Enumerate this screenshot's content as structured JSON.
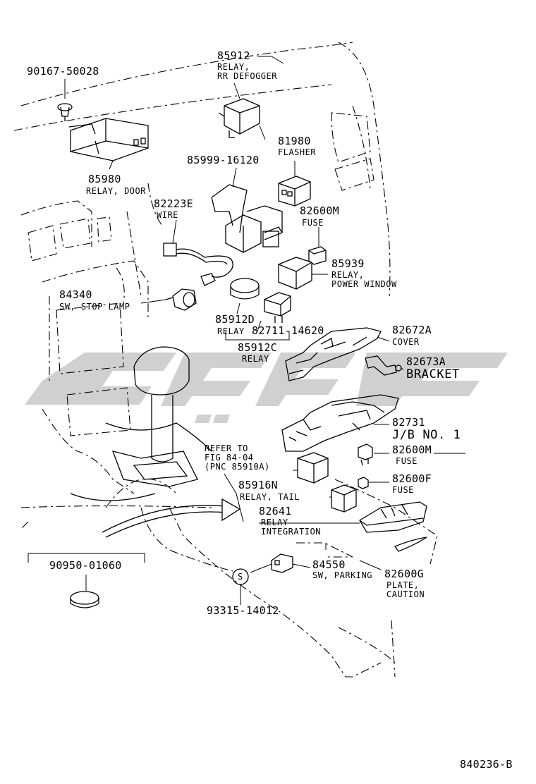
{
  "diagram_code": "840236-B",
  "watermark_color": "#c8c8c8",
  "line_color": "#000000",
  "parts": [
    {
      "pn": "90167-50028"
    },
    {
      "pn": "85912",
      "desc": [
        "RELAY,",
        "RR DEFOGGER"
      ]
    },
    {
      "pn": "85980",
      "desc": [
        "RELAY, DOOR"
      ]
    },
    {
      "pn": "81980",
      "desc": [
        "FLASHER"
      ]
    },
    {
      "pn": "85999-16120"
    },
    {
      "pn": "82223E",
      "desc": [
        "WIRE"
      ]
    },
    {
      "pn": "82600M",
      "desc": [
        "FUSE"
      ]
    },
    {
      "pn": "85939",
      "desc": [
        "RELAY,",
        "POWER WINDOW"
      ]
    },
    {
      "pn": "84340",
      "desc": [
        "SW, STOP LAMP"
      ]
    },
    {
      "pn": "85912D",
      "desc": [
        "RELAY"
      ]
    },
    {
      "pn": "82711-14620"
    },
    {
      "pn": "85912C",
      "desc": [
        "RELAY"
      ]
    },
    {
      "pn": "82672A",
      "desc": [
        "COVER"
      ]
    },
    {
      "pn": "82673A",
      "desc": [
        "BRACKET"
      ]
    },
    {
      "pn": "82731",
      "desc": [
        "J/B NO. 1"
      ]
    },
    {
      "pn": "82600M",
      "desc": [
        "FUSE"
      ]
    },
    {
      "pn": "82600F",
      "desc": [
        "FUSE"
      ]
    },
    {
      "pn": "85916N",
      "desc": [
        "RELAY, TAIL"
      ]
    },
    {
      "pn": "82641",
      "desc": [
        "RELAY",
        "INTEGRATION"
      ]
    },
    {
      "pn": "84550",
      "desc": [
        "SW, PARKING"
      ]
    },
    {
      "pn": "82600G",
      "desc": [
        "PLATE,",
        "CAUTION"
      ]
    },
    {
      "pn": "90950-01060"
    },
    {
      "pn": "93315-14012"
    }
  ],
  "refer": [
    "REFER TO",
    "FIG 84-04",
    "(PNC 85910A)"
  ],
  "s_mark": "S"
}
